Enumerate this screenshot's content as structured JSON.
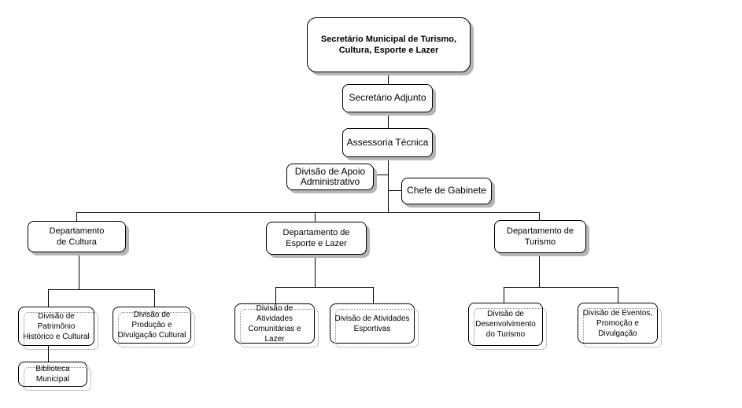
{
  "nodes": {
    "secretario": "Secretário Municipal de Turismo, Cultura, Esporte e Lazer",
    "adjunto": "Secretário Adjunto",
    "assessoria": "Assessoria Técnica",
    "apoio": "Divisão de Apoio Administrativo",
    "chefe": "Chefe de Gabinete",
    "dep_cultura": "Departamento de Cultura",
    "dep_esporte": "Departamento de Esporte e Lazer",
    "dep_turismo": "Departamento de Turismo",
    "div_patrimonio": "Divisão de Patrimônio Histórico e Cultural",
    "div_producao": "Divisão de Produção e Divulgação Cultural",
    "biblioteca": "Biblioteca Municipal",
    "div_comunitarias": "Divisão de Atividades Comunitárias e Lazer",
    "div_esportivas": "Divisão de Atividades Esportivas",
    "div_desenvolvimento": "Divisão de Desenvolvimento do Turismo",
    "div_eventos": "Divisão de Eventos, Promoção e Divulgação"
  }
}
